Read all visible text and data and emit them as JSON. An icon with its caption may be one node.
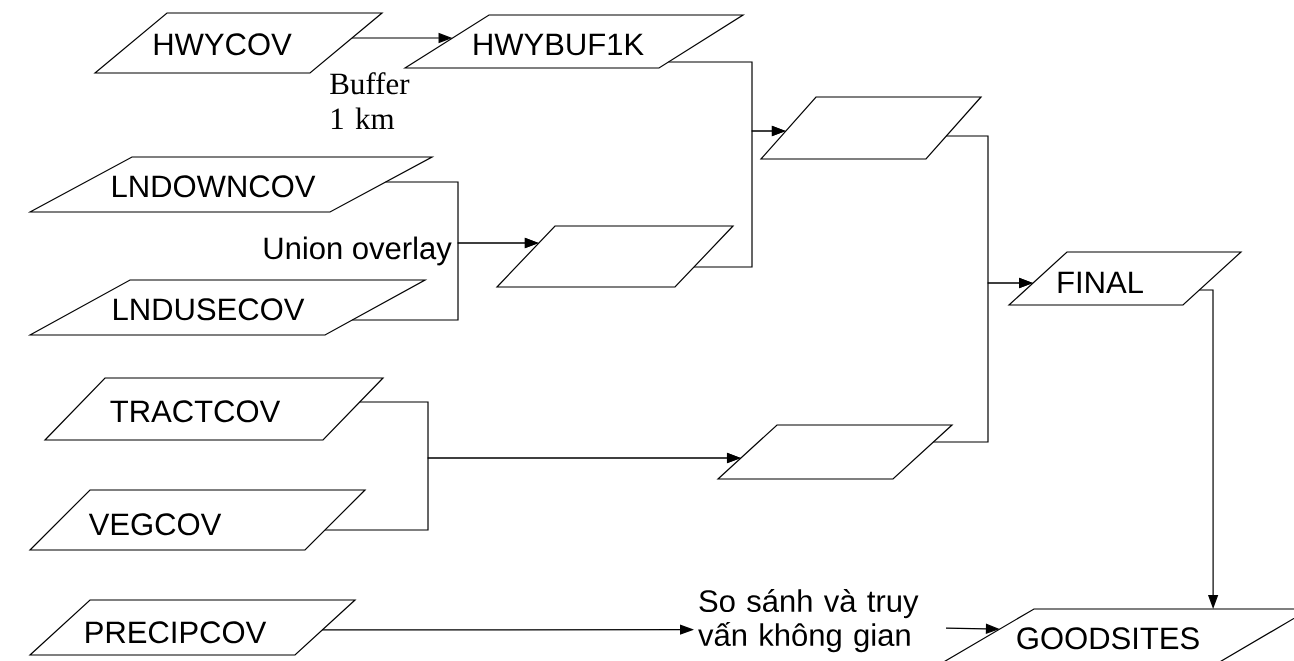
{
  "diagram": {
    "nodes": [
      {
        "text": [
          "HWYCOV"
        ]
      },
      {
        "text": [
          "HWYBUF1K"
        ]
      },
      {
        "text": [],
        "shape": "parallelogram"
      },
      {
        "text": [
          "LNDOWNCOV"
        ]
      },
      {
        "text": [],
        "shape": "parallelogram"
      },
      {
        "text": [
          "FINAL"
        ]
      },
      {
        "text": [
          "LNDUSECOV"
        ]
      },
      {
        "text": [
          "TRACTCOV"
        ]
      },
      {
        "text": [],
        "shape": "parallelogram"
      },
      {
        "text": [
          "VEGCOV"
        ]
      },
      {
        "text": [
          "PRECIPCOV"
        ]
      },
      {
        "text": [
          "So sánh và truy vấn không gian"
        ]
      },
      {
        "text": [
          "GOODSITES"
        ]
      }
    ],
    "edges": [
      {
        "from": 0,
        "to": 1,
        "arrow": "to",
        "label": "Buffer 1 km"
      },
      {
        "from": 1,
        "to": 2,
        "arrow": "to"
      },
      {
        "from": 4,
        "to": 2,
        "arrow": "to"
      },
      {
        "from": 3,
        "to": 4,
        "arrow": "to",
        "label": "Union overlay"
      },
      {
        "from": 6,
        "to": 4,
        "arrow": "to"
      },
      {
        "from": 2,
        "to": 5,
        "arrow": "to"
      },
      {
        "from": 8,
        "to": 5,
        "arrow": "to"
      },
      {
        "from": 7,
        "to": 8,
        "arrow": "to"
      },
      {
        "from": 9,
        "to": 8,
        "arrow": "to"
      },
      {
        "from": 10,
        "to": 11,
        "arrow": "to"
      },
      {
        "from": 11,
        "to": 12,
        "arrow": "to"
      },
      {
        "from": 5,
        "to": 12,
        "arrow": "to"
      }
    ]
  }
}
